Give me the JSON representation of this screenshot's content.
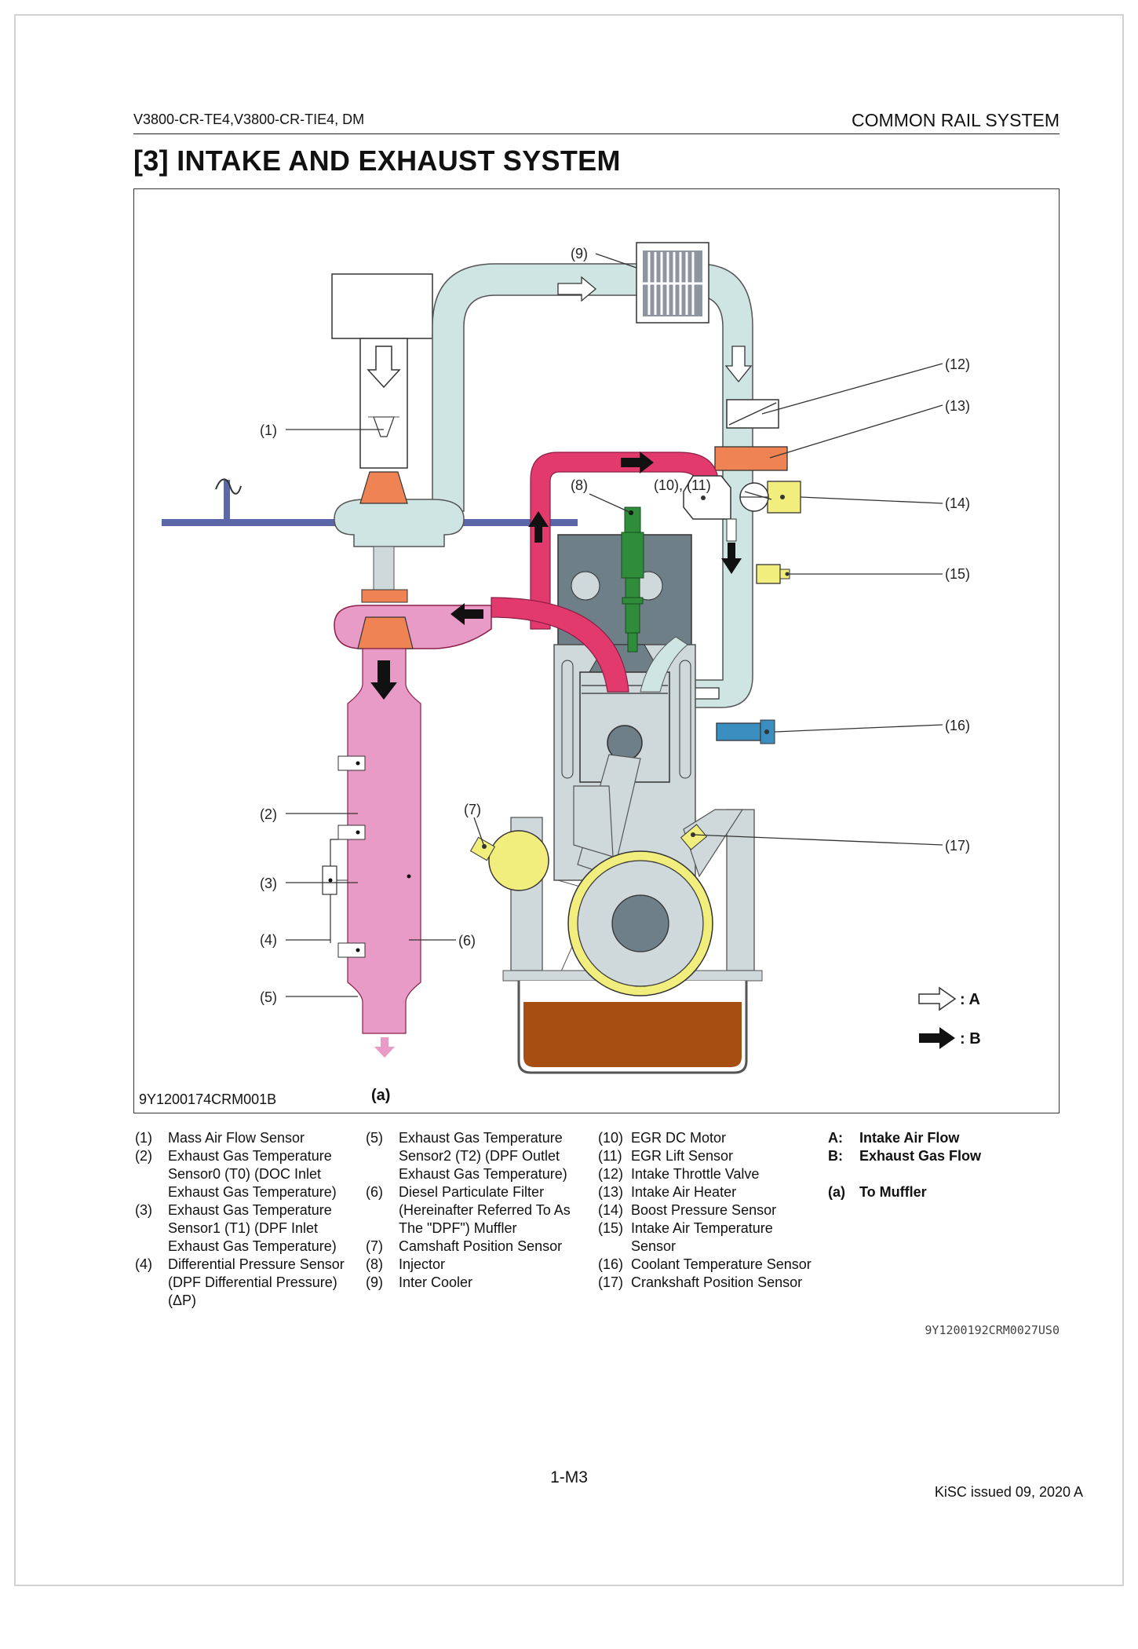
{
  "header": {
    "model": "V3800-CR-TE4,V3800-CR-TIE4, DM",
    "section": "COMMON RAIL SYSTEM"
  },
  "title": "[3]   INTAKE AND EXHAUST SYSTEM",
  "figure": {
    "code": "9Y1200174CRM001B",
    "callouts": {
      "c1": "(1)",
      "c2": "(2)",
      "c3": "(3)",
      "c4": "(4)",
      "c5": "(5)",
      "c6": "(6)",
      "c7": "(7)",
      "c8": "(8)",
      "c9": "(9)",
      "c10_11": "(10), (11)",
      "c12": "(12)",
      "c13": "(13)",
      "c14": "(14)",
      "c15": "(15)",
      "c16": "(16)",
      "c17": "(17)",
      "a": "(a)"
    },
    "key": {
      "a": ": A",
      "b": ": B"
    },
    "colors": {
      "intake": "#cfe5e3",
      "exhaust": "#e33a6e",
      "dpf": "#e89bc6",
      "turbo": "#ef8354",
      "engine_dark": "#6e7f88",
      "engine_light": "#cfd8db",
      "oil": "#a74f12",
      "sensor": "#f2ee7e",
      "injector": "#2e8c3a",
      "coolant_sensor": "#3a8fc0"
    }
  },
  "legend": {
    "col1": [
      {
        "num": "(1)",
        "text": "Mass Air Flow Sensor"
      },
      {
        "num": "(2)",
        "text": "Exhaust Gas Temperature\nSensor0 (T0) (DOC Inlet\nExhaust Gas Temperature)"
      },
      {
        "num": "(3)",
        "text": "Exhaust Gas Temperature\nSensor1 (T1) (DPF Inlet\nExhaust Gas Temperature)"
      },
      {
        "num": "(4)",
        "text": "Differential Pressure Sensor\n(DPF Differential Pressure)\n(ΔP)"
      }
    ],
    "col2": [
      {
        "num": "(5)",
        "text": "Exhaust Gas Temperature\nSensor2 (T2) (DPF Outlet\nExhaust Gas Temperature)"
      },
      {
        "num": "(6)",
        "text": "Diesel Particulate Filter\n(Hereinafter Referred To As\nThe \"DPF\") Muffler"
      },
      {
        "num": "(7)",
        "text": "Camshaft Position Sensor"
      },
      {
        "num": "(8)",
        "text": "Injector"
      },
      {
        "num": "(9)",
        "text": "Inter Cooler"
      }
    ],
    "col3": [
      {
        "num": "(10)",
        "text": "EGR DC Motor"
      },
      {
        "num": "(11)",
        "text": "EGR Lift Sensor"
      },
      {
        "num": "(12)",
        "text": "Intake Throttle Valve"
      },
      {
        "num": "(13)",
        "text": "Intake Air Heater"
      },
      {
        "num": "(14)",
        "text": "Boost Pressure Sensor"
      },
      {
        "num": "(15)",
        "text": "Intake Air Temperature\nSensor"
      },
      {
        "num": "(16)",
        "text": "Coolant Temperature Sensor"
      },
      {
        "num": "(17)",
        "text": "Crankshaft Position Sensor"
      }
    ],
    "col4": [
      {
        "num": "A:",
        "text": "Intake Air Flow"
      },
      {
        "num": "B:",
        "text": "Exhaust Gas Flow"
      },
      {
        "num": "(a)",
        "text": "To Muffler"
      }
    ]
  },
  "doc_code": "9Y1200192CRM0027US0",
  "page_number": "1-M3",
  "issue": "KiSC issued 09, 2020 A"
}
